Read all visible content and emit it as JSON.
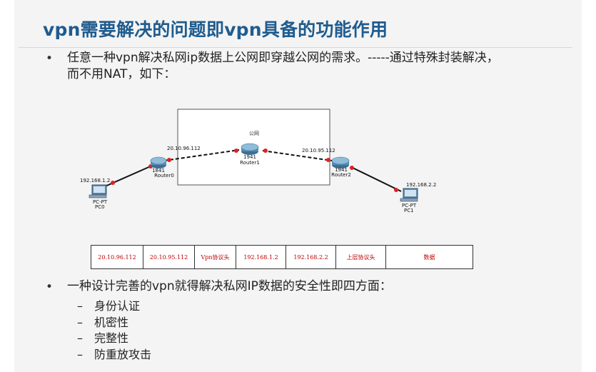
{
  "slide": {
    "title": "vpn需要解决的问题即vpn具备的功能作用",
    "bullet1": {
      "marker": "•",
      "line1": "任意一种vpn解决私网ip数据上公网即穿越公网的需求。-----通过特殊封装解决，",
      "line2": "而不用NAT，如下："
    },
    "bullet2": {
      "marker": "•",
      "text": "一种设计完善的vpn就得解决私网IP数据的安全性即四方面：",
      "items": [
        {
          "dash": "–",
          "label": "身份认证"
        },
        {
          "dash": "–",
          "label": "机密性"
        },
        {
          "dash": "–",
          "label": "完整性"
        },
        {
          "dash": "–",
          "label": "防重放攻击"
        }
      ]
    }
  },
  "diagram": {
    "cloud_label": "公网",
    "router0": {
      "model": "1841",
      "name": "Router0",
      "ip": "20.10.96.112"
    },
    "router1": {
      "model": "1941",
      "name": "Router1"
    },
    "router2": {
      "model": "1941",
      "name": "Router2",
      "ip": "20.10.95.112"
    },
    "pc0": {
      "type": "PC-PT",
      "name": "PC0",
      "ip": "192.168.1.2"
    },
    "pc1": {
      "type": "PC-PT",
      "name": "PC1",
      "ip": "192.168.2.2"
    },
    "link_color": "#c00000",
    "router_color": "#5a8fb5"
  },
  "packet": {
    "cells": [
      "20.10.96.112",
      "20.10.95.112",
      "Vpn协议头",
      "192.168.1.2",
      "192.168.2.2",
      "上层协议头",
      "数据"
    ]
  }
}
